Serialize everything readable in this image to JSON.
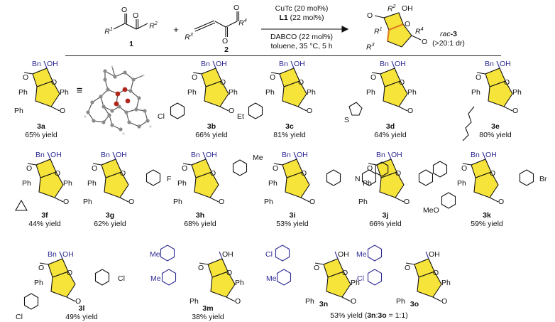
{
  "scheme": {
    "sub1_r1": "R",
    "sub1_r1_sup": "1",
    "sub1_r2": "R",
    "sub1_r2_sup": "2",
    "sub1_label": "1",
    "plus": "+",
    "sub2_r3": "R",
    "sub2_r3_sup": "3",
    "sub2_r4": "R",
    "sub2_r4_sup": "4",
    "sub2_label": "2",
    "cond_line1": "CuTc (20 mol%)",
    "cond_line2_bold": "L1",
    "cond_line2_rest": " (22 mol%)",
    "cond_line3": "DABCO (22 mol%)",
    "cond_line4": "toluene, 35 °C, 5 h",
    "product_prefix": "rac",
    "product_suffix": "-3",
    "product_dr": "(>20:1 dr)",
    "prod_r1": "R",
    "prod_r1_sup": "1",
    "prod_r2": "R",
    "prod_r2_sup": "2",
    "prod_r3": "R",
    "prod_r3_sup": "3",
    "prod_r4": "R",
    "prod_r4_sup": "4",
    "prod_oh": "OH",
    "prod_o": "O"
  },
  "colors": {
    "ring_yellow": "#f7e43a",
    "substituent_blue": "#2c2a93",
    "bond_orange": "#e07b1f",
    "text": "#111111"
  },
  "atoms": {
    "bn": "Bn",
    "oh": "OH",
    "o": "O",
    "ph": "Ph",
    "me": "Me",
    "et": "Et",
    "cl": "Cl",
    "f": "F",
    "br": "Br",
    "s": "S",
    "n": "N",
    "meo": "MeO",
    "equiv": "≡"
  },
  "compounds": [
    {
      "label": "3a",
      "yield": "65% yield"
    },
    {
      "label": "3b",
      "yield": "66% yield"
    },
    {
      "label": "3c",
      "yield": "81% yield"
    },
    {
      "label": "3d",
      "yield": "64% yield"
    },
    {
      "label": "3e",
      "yield": "80% yield"
    },
    {
      "label": "3f",
      "yield": "44% yield"
    },
    {
      "label": "3g",
      "yield": "62% yield"
    },
    {
      "label": "3h",
      "yield": "68% yield"
    },
    {
      "label": "3i",
      "yield": "53% yield"
    },
    {
      "label": "3j",
      "yield": "66% yield"
    },
    {
      "label": "3k",
      "yield": "59% yield"
    },
    {
      "label": "3l",
      "yield": "49% yield"
    },
    {
      "label": "3m",
      "yield": "38% yield"
    },
    {
      "label": "3n",
      "yield": ""
    },
    {
      "label": "3o",
      "yield": ""
    }
  ],
  "combined_yield": {
    "prefix": "53% yield (",
    "a": "3n",
    "colon": ":",
    "b": "3o",
    "suffix": " = 1:1)"
  }
}
